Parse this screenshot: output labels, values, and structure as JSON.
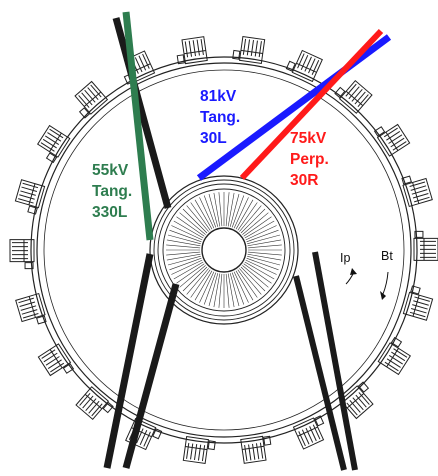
{
  "beams": [
    {
      "id": "tang330l",
      "label_lines": [
        "55kV",
        "Tang.",
        "330L"
      ],
      "color": "#2e7d4f"
    },
    {
      "id": "tang30l",
      "label_lines": [
        "81kV",
        "Tang.",
        "30L"
      ],
      "color": "#1a1aff"
    },
    {
      "id": "perp30r",
      "label_lines": [
        "75kV",
        "Perp.",
        "30R"
      ],
      "color": "#ff1a1a"
    }
  ],
  "currents": {
    "ip_label": "Ip",
    "bt_label": "Bt"
  },
  "colors": {
    "outline": "#222222",
    "beam_black": "#1a1a1a"
  }
}
